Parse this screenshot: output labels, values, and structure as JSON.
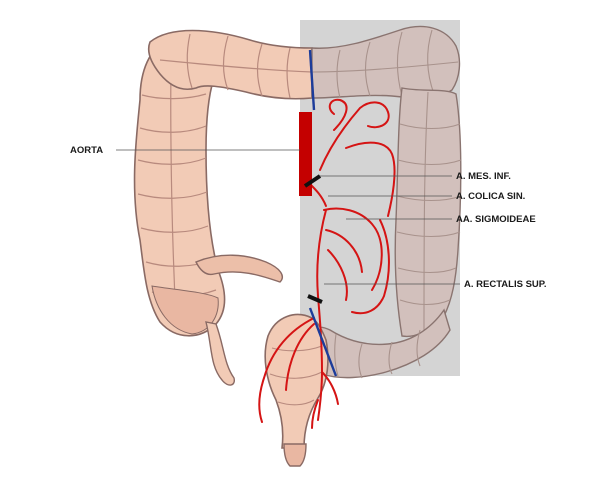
{
  "labels": {
    "aorta": "AORTA",
    "a_mes_inf": "A. MES. INF.",
    "a_colica_sin": "A. COLICA SIN.",
    "aa_sigmoideae": "AA. SIGMOIDEAE",
    "a_rectalis_sup": "A. RECTALIS SUP."
  },
  "colors": {
    "background": "#ffffff",
    "resected_region": "#d4d4d4",
    "colon_fill": "#f2cbb6",
    "colon_fill_shaded": "#d2c0bc",
    "colon_outline": "#8a6a64",
    "artery": "#d51414",
    "aorta": "#c40000",
    "cut_line": "#1c3c9a",
    "ligature": "#111111",
    "leader_line": "#555555"
  }
}
